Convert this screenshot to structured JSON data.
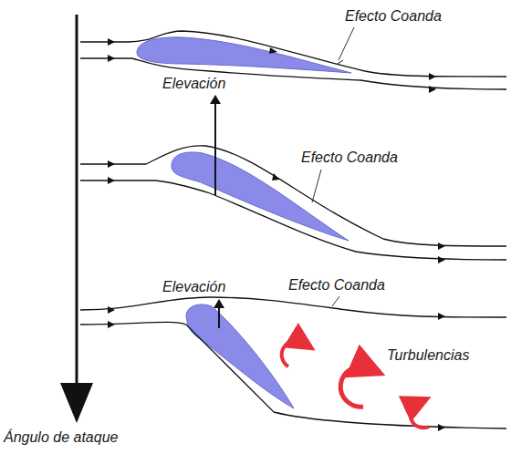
{
  "diagram": {
    "labels": [
      "Efecto Coanda",
      "Elevación",
      "Efecto Coanda",
      "Elevación",
      "Efecto Coanda",
      "Turbulencias",
      "Ángulo de ataque"
    ]
  }
}
